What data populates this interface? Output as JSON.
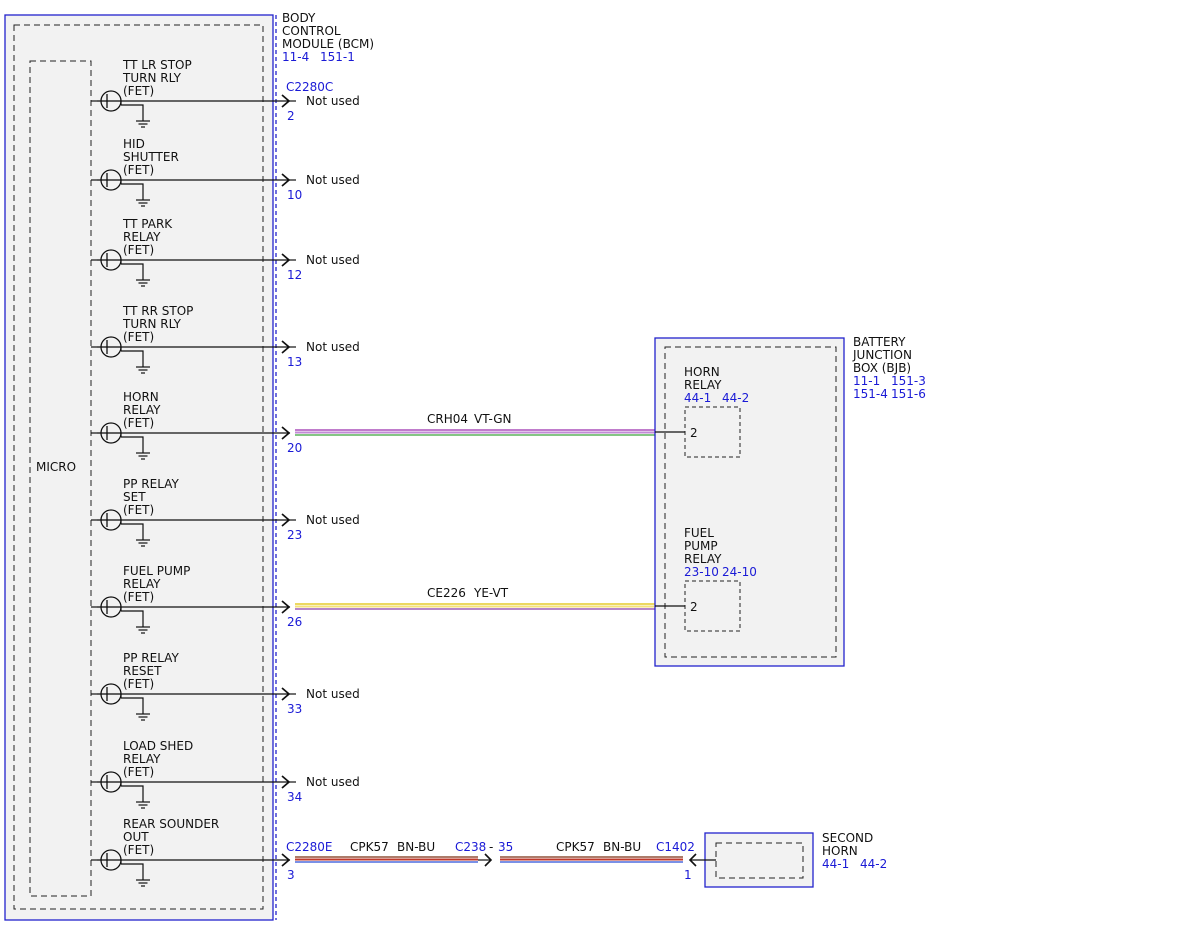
{
  "colors": {
    "module_border": "#2222cc",
    "module_fill": "#f2f2f2",
    "ref_text": "#1a1ad6",
    "line": "#111111",
    "wire_vt_gn": [
      "#9b2fae",
      "#c28bd6",
      "#3aa33a"
    ],
    "wire_ye_vt": [
      "#e0c000",
      "#f5e27a",
      "#8b3fa6"
    ],
    "wire_bn_bu": [
      "#7a2d10",
      "#c0392b",
      "#2b4fd6"
    ]
  },
  "bcm": {
    "title_lines": [
      "BODY",
      "CONTROL",
      "MODULE (BCM)"
    ],
    "refs": [
      "11-4",
      "151-1"
    ],
    "micro_label": "MICRO"
  },
  "connectors": {
    "bcm_top": "C2280C",
    "bcm_bottom": "C2280E",
    "inline_left": "C238",
    "inline_sep": "-",
    "inline_pin": "35",
    "horn_conn": "C1402"
  },
  "drivers": [
    {
      "lines": [
        "TT LR STOP",
        "TURN RLY",
        "(FET)"
      ],
      "pin": "2",
      "dest": "Not used"
    },
    {
      "lines": [
        "HID",
        "SHUTTER",
        "(FET)"
      ],
      "pin": "10",
      "dest": "Not used"
    },
    {
      "lines": [
        "TT PARK",
        "RELAY",
        "(FET)"
      ],
      "pin": "12",
      "dest": "Not used"
    },
    {
      "lines": [
        "TT RR STOP",
        "TURN RLY",
        "(FET)"
      ],
      "pin": "13",
      "dest": "Not used"
    },
    {
      "lines": [
        "HORN",
        "RELAY",
        "(FET)"
      ],
      "pin": "20",
      "dest": ""
    },
    {
      "lines": [
        "PP RELAY",
        "SET",
        "(FET)"
      ],
      "pin": "23",
      "dest": "Not used"
    },
    {
      "lines": [
        "FUEL PUMP",
        "RELAY",
        "(FET)"
      ],
      "pin": "26",
      "dest": ""
    },
    {
      "lines": [
        "PP RELAY",
        "RESET",
        "(FET)"
      ],
      "pin": "33",
      "dest": "Not used"
    },
    {
      "lines": [
        "LOAD SHED",
        "RELAY",
        "(FET)"
      ],
      "pin": "34",
      "dest": "Not used"
    },
    {
      "lines": [
        "REAR SOUNDER",
        "OUT",
        "(FET)"
      ],
      "pin": "3",
      "dest": ""
    }
  ],
  "wires": {
    "horn": {
      "circuit": "CRH04",
      "color": "VT-GN"
    },
    "fuel": {
      "circuit": "CE226",
      "color": "YE-VT"
    },
    "sounder_a": {
      "circuit": "CPK57",
      "color": "BN-BU"
    },
    "sounder_b": {
      "circuit": "CPK57",
      "color": "BN-BU"
    }
  },
  "bjb": {
    "title_lines": [
      "BATTERY",
      "JUNCTION",
      "BOX (BJB)"
    ],
    "refs_row1": [
      "11-1",
      "151-3"
    ],
    "refs_row2": [
      "151-4",
      "151-6"
    ],
    "horn_relay": {
      "lines": [
        "HORN",
        "RELAY"
      ],
      "refs": [
        "44-1",
        "44-2"
      ],
      "pin": "2"
    },
    "fuel_relay": {
      "lines": [
        "FUEL",
        "PUMP",
        "RELAY"
      ],
      "refs": [
        "23-10",
        "24-10"
      ],
      "pin": "2"
    }
  },
  "second_horn": {
    "title_lines": [
      "SECOND",
      "HORN"
    ],
    "refs": [
      "44-1",
      "44-2"
    ],
    "pin": "1"
  }
}
